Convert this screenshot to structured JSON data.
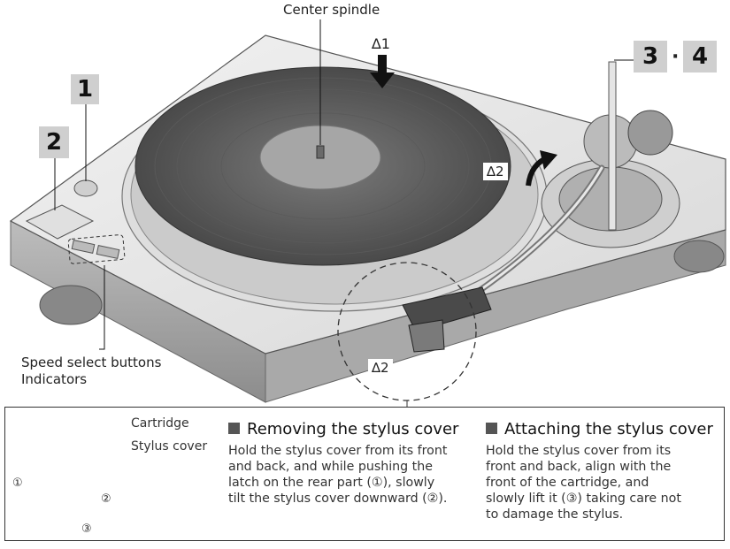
{
  "callouts": {
    "center_spindle": "Center spindle",
    "speed_select": "Speed select buttons",
    "indicators": "Indicators",
    "star1": "∆1",
    "star2_arm": "∆2",
    "star2_head": "∆2"
  },
  "badges": {
    "one": "1",
    "two": "2",
    "three": "3",
    "dot": "·",
    "four": "4"
  },
  "inset": {
    "cartridge": "Cartridge",
    "stylus_cover": "Stylus cover",
    "step1": "①",
    "step2": "②",
    "step3": "③"
  },
  "removing": {
    "title": "Removing the stylus cover",
    "lines": [
      "Hold the stylus cover from its front",
      "and back, and while pushing the",
      "latch on the rear part (①), slowly",
      "tilt the stylus cover downward (②)."
    ]
  },
  "attaching": {
    "title": "Attaching the stylus cover",
    "lines": [
      "Hold the stylus cover from its",
      "front and back, align with the",
      "front of the cartridge, and",
      "slowly lift it (③) taking care not",
      "to damage the stylus."
    ]
  }
}
